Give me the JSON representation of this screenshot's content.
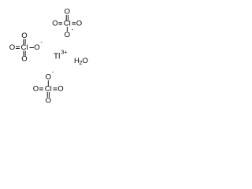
{
  "colors": {
    "background": "#ffffff",
    "ink": "#000000"
  },
  "perchlorate_top_right": {
    "o_top": "O",
    "o_left": "O",
    "cl": "Cl",
    "o_right": "O",
    "o_bottom": "O",
    "charge": "-"
  },
  "perchlorate_left": {
    "o_top": "O",
    "o_left": "O",
    "cl": "Cl",
    "o_right": "O",
    "o_bottom": "O",
    "charge": "-"
  },
  "perchlorate_bottom": {
    "o_top": "O",
    "o_left": "O",
    "cl": "Cl",
    "o_right": "O",
    "o_bottom": "O",
    "charge": "-"
  },
  "thallium_ion": {
    "symbol": "Tl",
    "charge": "3+"
  },
  "water": {
    "h": "H",
    "subscript": "2",
    "o": "O"
  }
}
